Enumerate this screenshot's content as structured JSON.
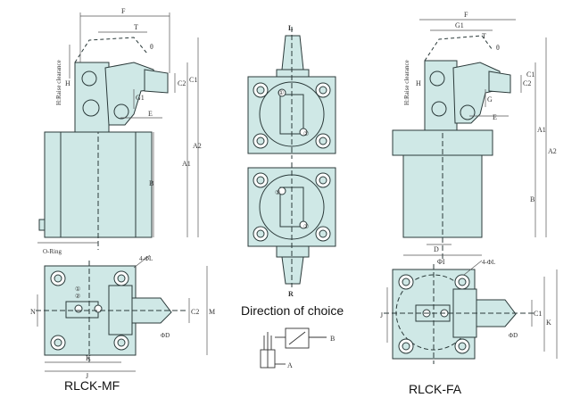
{
  "captions": {
    "left": "RLCK-MF",
    "right": "RLCK-FA",
    "center": "Direction of choice"
  },
  "dims": {
    "F": "F",
    "T": "T",
    "G1": "G1",
    "C2": "C2",
    "C1": "C1",
    "A1": "A1",
    "A2": "A2",
    "B": "B",
    "E": "E",
    "H": "H",
    "theta": "θ",
    "R": "R",
    "L": "L",
    "O_ring": "O-Ring",
    "raise_clearance": "H:Raise clearance",
    "holes": "4-ΦL",
    "K": "K",
    "J": "J",
    "N": "N",
    "M": "M",
    "phiD": "ΦD",
    "G": "G",
    "D": "D",
    "I": "I",
    "phiI": "ΦI",
    "A": "A",
    "Bport": "B",
    "port1": "①",
    "port2": "②"
  },
  "colors": {
    "fill": "#cfe8e6",
    "line": "#2b3a3a",
    "dim": "#555555"
  }
}
